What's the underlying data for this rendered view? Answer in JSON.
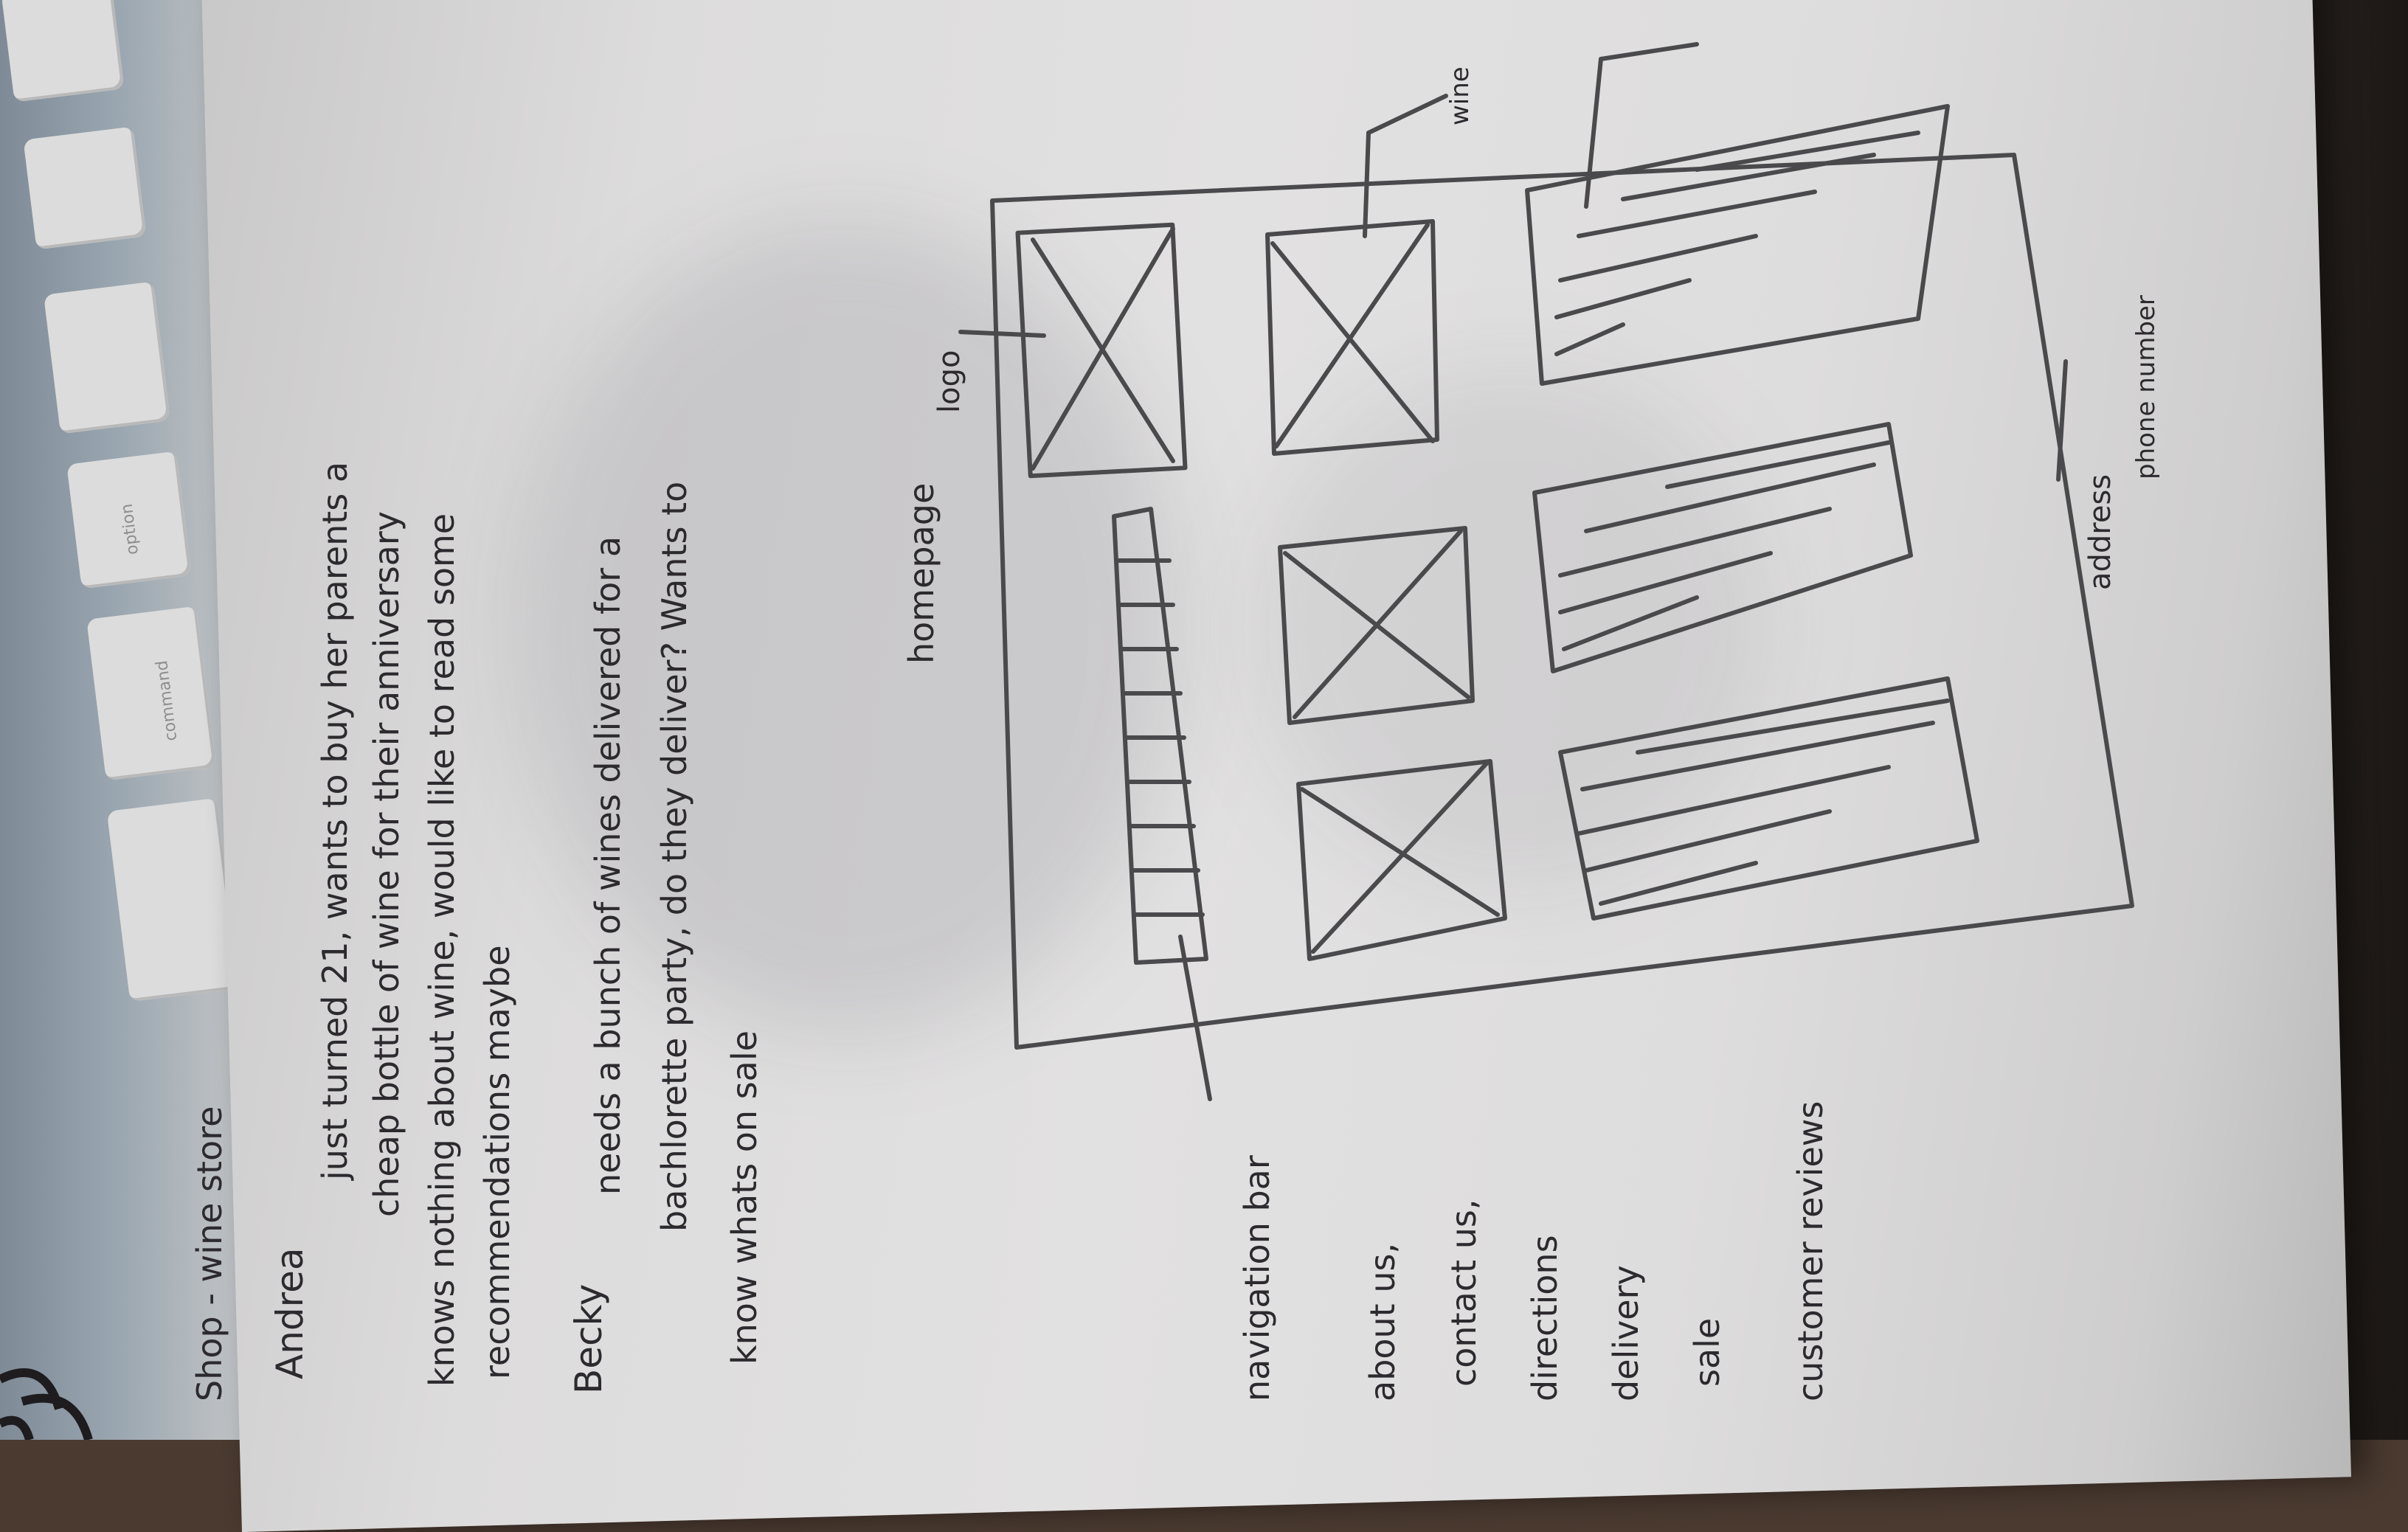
{
  "image": {
    "description_colors": {
      "paper": "#e0dfdf",
      "ink": "#2c2a2e",
      "pencil": "#6e6d70"
    }
  },
  "notes": {
    "title": "Shop - wine store",
    "persona_1_name": "Andrea",
    "persona_1_lines": [
      "just turned 21, wants to buy her parents a",
      "cheap bottle of wine for their anniversary",
      "knows nothing about wine, would like to read some",
      "recommendations maybe"
    ],
    "persona_2_name": "Becky",
    "persona_2_lines": [
      "needs a bunch of wines delivered for a",
      "bachlorette party, do they deliver? Wants to",
      "know whats on sale"
    ]
  },
  "sketch": {
    "heading": "homepage",
    "logo_label": "logo",
    "footer_address": "address",
    "footer_phone": "phone number",
    "wine_label": "wine",
    "nav_label": "navigation bar",
    "nav_items": [
      "about us,",
      "contact us,",
      "directions",
      "delivery",
      "sale",
      "customer reviews"
    ]
  },
  "keyboard": {
    "key_labels": [
      "command",
      "option"
    ]
  }
}
